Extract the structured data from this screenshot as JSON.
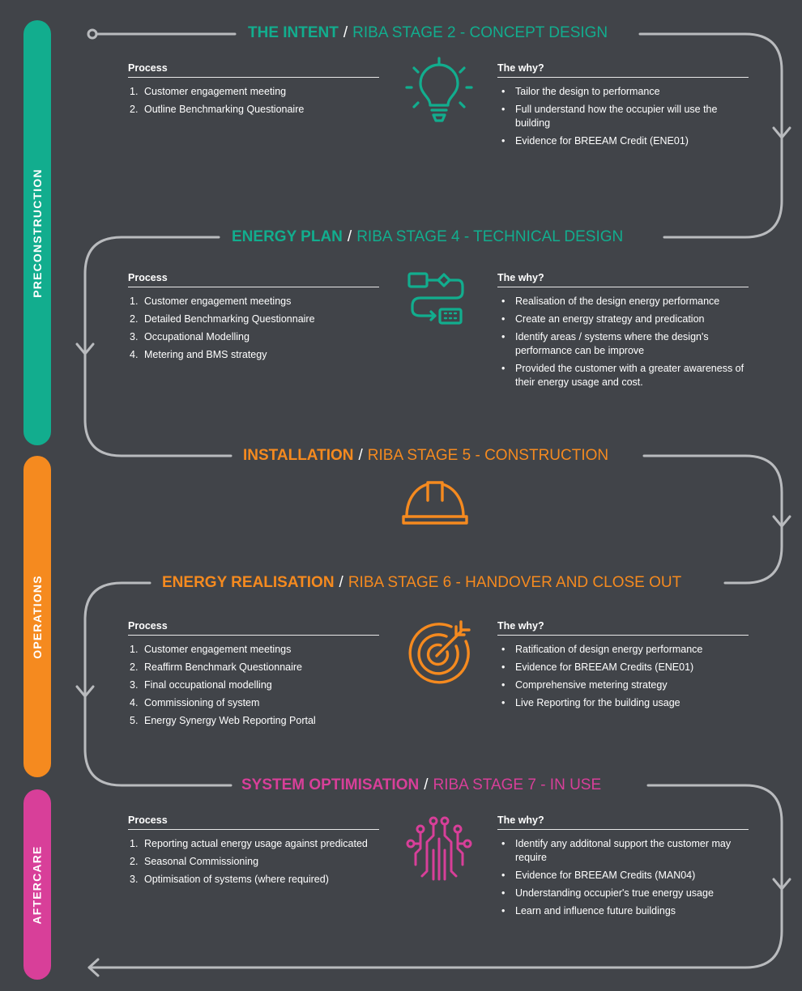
{
  "colors": {
    "background": "#414449",
    "line": "#b9bbbe",
    "preconstruction": "#12ad8e",
    "operations": "#f58a1f",
    "aftercare": "#d83f99",
    "text": "#ffffff"
  },
  "phases": [
    {
      "label": "PRECONSTRUCTION",
      "color": "#12ad8e"
    },
    {
      "label": "OPERATIONS",
      "color": "#f58a1f"
    },
    {
      "label": "AFTERCARE",
      "color": "#d83f99"
    }
  ],
  "stages": [
    {
      "title": "THE INTENT",
      "subtitle": "RIBA STAGE 2 - CONCEPT DESIGN",
      "color": "#12ad8e",
      "icon": "lightbulb-icon",
      "process_heading": "Process",
      "process": [
        "Customer engagement meeting",
        "Outline Benchmarking Questionaire"
      ],
      "why_heading": "The why?",
      "why": [
        "Tailor the design to performance",
        "Full understand how the occupier will use the building",
        "Evidence for BREEAM Credit (ENE01)"
      ]
    },
    {
      "title": "ENERGY PLAN",
      "subtitle": "RIBA STAGE 4 - TECHNICAL DESIGN",
      "color": "#12ad8e",
      "icon": "workflow-icon",
      "process_heading": "Process",
      "process": [
        "Customer engagement meetings",
        "Detailed Benchmarking Questionnaire",
        "Occupational Modelling",
        "Metering and BMS strategy"
      ],
      "why_heading": "The why?",
      "why": [
        "Realisation of the design energy performance",
        "Create an energy strategy and predication",
        "Identify areas / systems where the design's performance can be improve",
        "Provided the customer with a greater awareness of their energy usage and cost."
      ]
    },
    {
      "title": "INSTALLATION",
      "subtitle": "RIBA STAGE 5 - CONSTRUCTION",
      "color": "#f58a1f",
      "icon": "hard-hat-icon"
    },
    {
      "title": "ENERGY REALISATION",
      "subtitle": "RIBA STAGE 6 - HANDOVER AND CLOSE OUT",
      "color": "#f58a1f",
      "icon": "target-icon",
      "process_heading": "Process",
      "process": [
        "Customer engagement meetings",
        "Reaffirm Benchmark Questionnaire",
        "Final occupational modelling",
        "Commissioning of system",
        "Energy Synergy Web Reporting Portal"
      ],
      "why_heading": "The why?",
      "why": [
        "Ratification of design energy performance",
        "Evidence for BREEAM Credits (ENE01)",
        "Comprehensive metering strategy",
        "Live Reporting for the building usage"
      ]
    },
    {
      "title": "SYSTEM OPTIMISATION",
      "subtitle": "RIBA STAGE 7 - IN USE",
      "color": "#d83f99",
      "icon": "circuit-icon",
      "process_heading": "Process",
      "process": [
        "Reporting actual energy usage against predicated",
        "Seasonal Commissioning",
        "Optimisation of systems (where required)"
      ],
      "why_heading": "The why?",
      "why": [
        "Identify any additonal support the customer may require",
        "Evidence for BREEAM Credits (MAN04)",
        "Understanding occupier's true energy usage",
        "Learn and influence future buildings"
      ]
    }
  ]
}
